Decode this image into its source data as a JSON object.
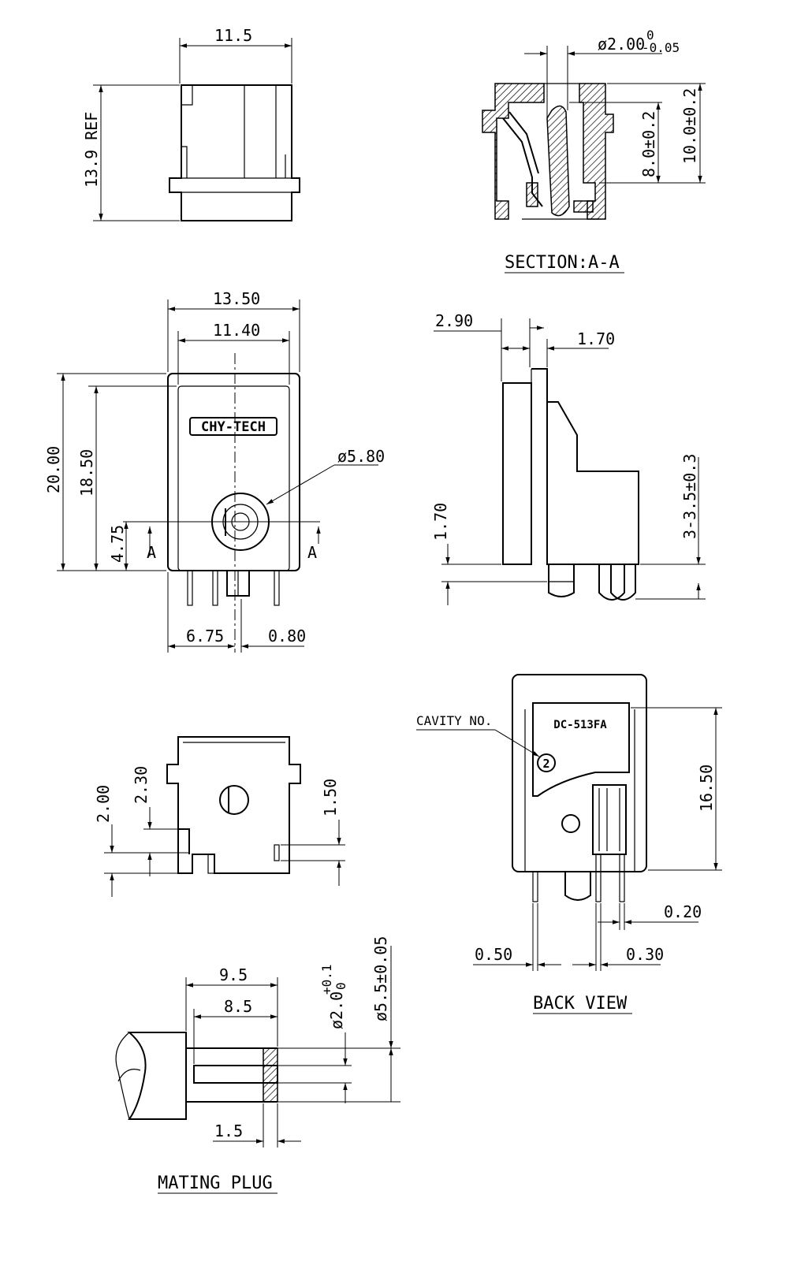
{
  "views": {
    "top": {
      "width": "11.5",
      "height": "13.9 REF"
    },
    "section": {
      "title": "SECTION:A-A",
      "diameter_main": "ø2.00",
      "diameter_tol_upper": "0",
      "diameter_tol_lower": "-0.05",
      "depth_inner": "8.0±0.2",
      "depth_outer": "10.0±0.2"
    },
    "front": {
      "overall_width": "13.50",
      "inner_width": "11.40",
      "overall_height": "20.00",
      "inner_height": "18.50",
      "hole_diameter": "ø5.80",
      "center_height": "4.75",
      "section_mark_left": "A",
      "section_mark_right": "A",
      "offset_left": "6.75",
      "offset_pin": "0.80",
      "logo_text": "CHY-TECH"
    },
    "side": {
      "flange_thickness": "2.90",
      "wall_thickness": "1.70",
      "standoff": "1.70",
      "pin_length": "3-3.5±0.3"
    },
    "bottom": {
      "dim_a": "2.00",
      "dim_b": "2.30",
      "dim_c": "1.50"
    },
    "back": {
      "title": "BACK VIEW",
      "cavity_label": "CAVITY NO.",
      "cavity_number": "2",
      "part_number": "DC-513FA",
      "height": "16.50",
      "pin_gap": "0.20",
      "pin_width_left": "0.50",
      "pin_width_right": "0.30"
    },
    "plug": {
      "title": "MATING PLUG",
      "length_outer": "9.5",
      "length_inner": "8.5",
      "inner_diameter": "ø2.0",
      "inner_tol_upper": "+0.1",
      "inner_tol_lower": "0",
      "outer_diameter": "ø5.5±0.05",
      "tip_length": "1.5"
    }
  }
}
